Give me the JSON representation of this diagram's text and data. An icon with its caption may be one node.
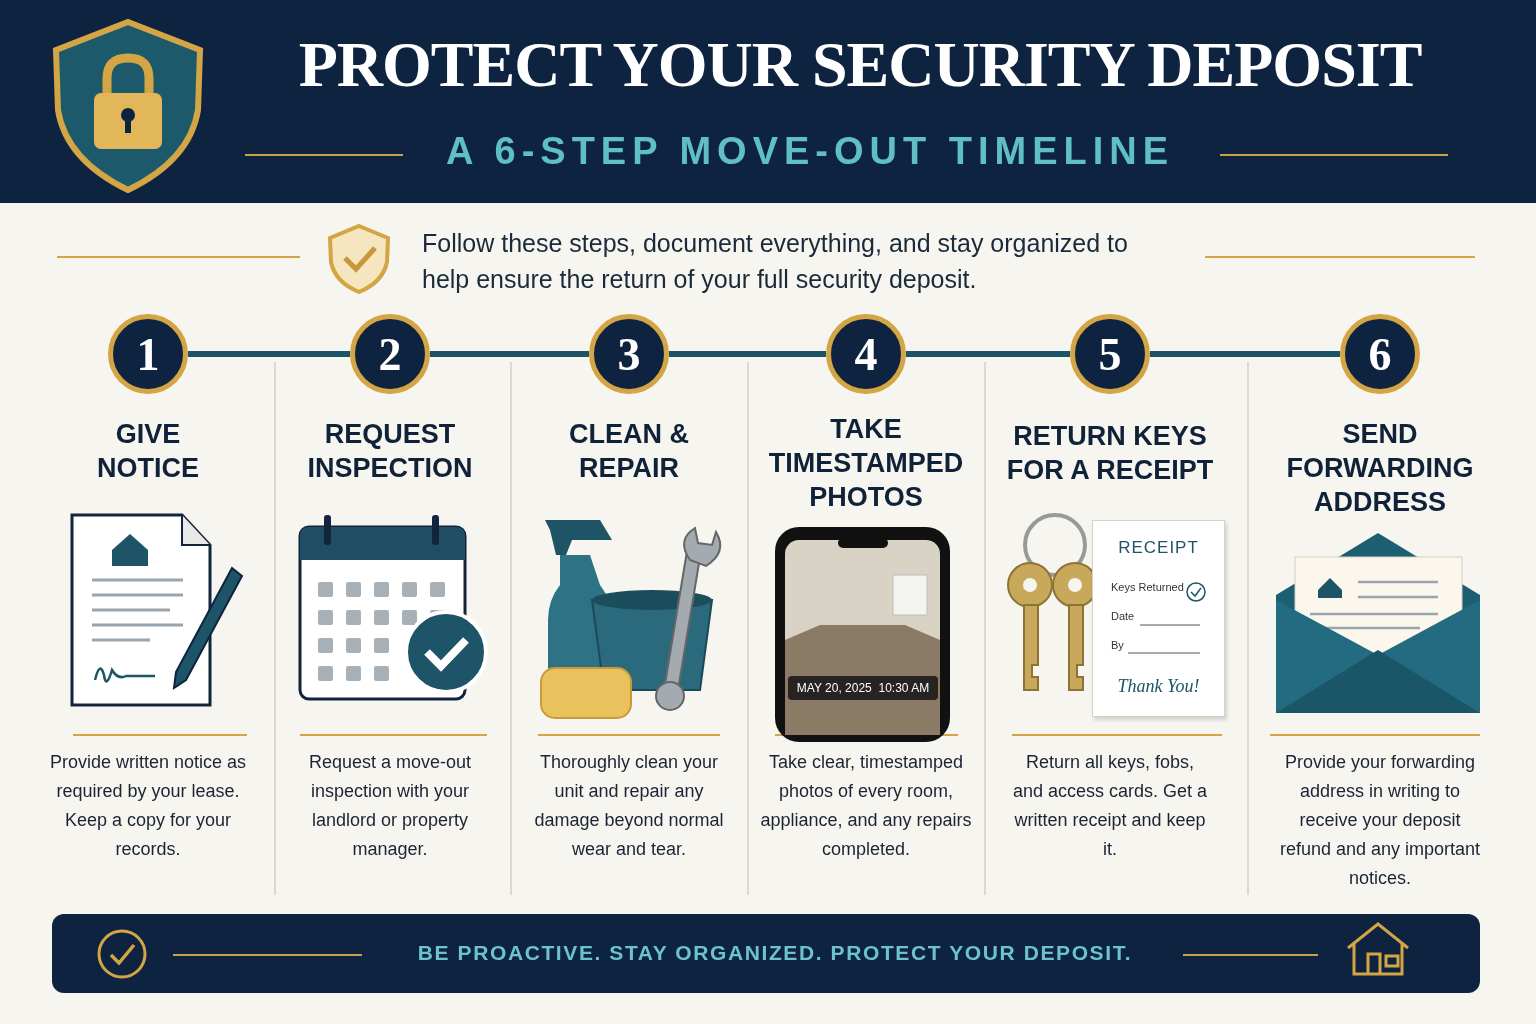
{
  "diagram": {
    "title": "PROTECT YOUR SECURITY DEPOSIT",
    "nodes": [
      {
        "text": [
          "1"
        ],
        "beside": [
          "GIVE NOTICE"
        ]
      },
      {
        "text": [
          "2"
        ],
        "beside": [
          "REQUEST INSPECTION"
        ]
      },
      {
        "text": [
          "3"
        ],
        "beside": [
          "CLEAN & REPAIR"
        ]
      },
      {
        "text": [
          "4"
        ],
        "beside": [
          "TAKE TIMESTAMPED PHOTOS"
        ]
      },
      {
        "text": [
          "5"
        ],
        "beside": [
          "RETURN KEYS FOR A RECEIPT"
        ]
      },
      {
        "text": [
          "6"
        ],
        "beside": [
          "SEND FORWARDING ADDRESS"
        ]
      },
      {
        "text": [
          "BE PROACTIVE. STAY ORGANIZED. PROTECT YOUR DEPOSIT."
        ]
      }
    ],
    "edges": [
      {
        "from": 0,
        "to": 1,
        "arrow": "none"
      },
      {
        "from": 1,
        "to": 2,
        "arrow": "none"
      },
      {
        "from": 2,
        "to": 3,
        "arrow": "none"
      },
      {
        "from": 3,
        "to": 4,
        "arrow": "none"
      },
      {
        "from": 4,
        "to": 5,
        "arrow": "none"
      }
    ],
    "labels": [
      "A 6-STEP MOVE-OUT TIMELINE",
      "Follow these steps, document everything, and stay organized to help ensure the return of your full security deposit.",
      "MAY 20, 2025  10:30 AM",
      "RECEIPT",
      "Keys Returned",
      "Date",
      "By",
      "Thank You!",
      "Provide written notice as required by your lease. Keep a copy for your records.",
      "Request a move-out inspection with your landlord or property manager.",
      "Thoroughly clean your unit and repair any damage beyond normal wear and tear.",
      "Take clear, timestamped photos of every room, appliance, and any repairs completed.",
      "Return all keys, fobs, and access cards. Get a written receipt and keep it.",
      "Provide your forwarding address in writing to receive your deposit refund and any important notices."
    ]
  }
}
